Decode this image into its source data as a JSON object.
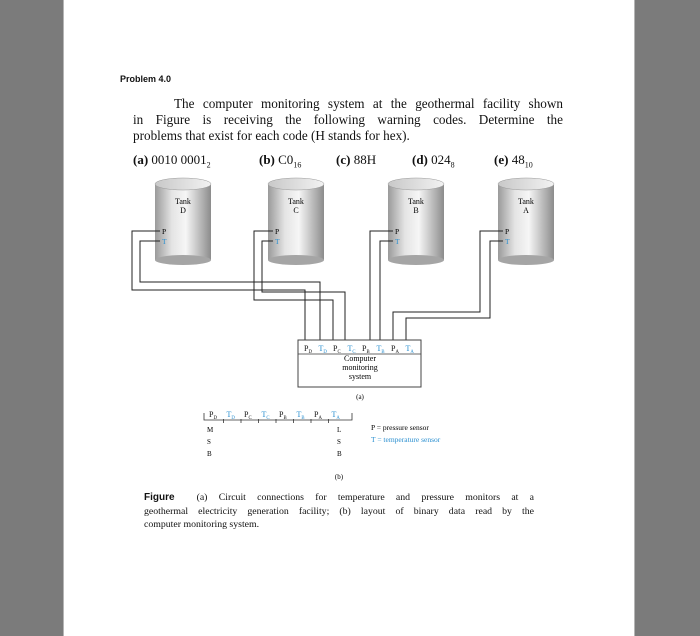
{
  "problem": {
    "heading": "Problem 4.0",
    "lines": [
      "The computer monitoring system at the geothermal facility shown",
      "in Figure      is receiving the following warning codes. Determine the",
      "problems that exist for each code (H stands for hex)."
    ],
    "codes": [
      {
        "label": "(a)",
        "value": "0010 0001",
        "base": "2"
      },
      {
        "label": "(b)",
        "value": "C0",
        "base": "16"
      },
      {
        "label": "(c)",
        "value": "88H",
        "base": ""
      },
      {
        "label": "(d)",
        "value": "024",
        "base": "8"
      },
      {
        "label": "(e)",
        "value": "48",
        "base": "10"
      }
    ]
  },
  "diagram": {
    "tanks": [
      {
        "word": "Tank",
        "letter": "D",
        "p": "P",
        "t": "T"
      },
      {
        "word": "Tank",
        "letter": "C",
        "p": "P",
        "t": "T"
      },
      {
        "word": "Tank",
        "letter": "B",
        "p": "P",
        "t": "T"
      },
      {
        "word": "Tank",
        "letter": "A",
        "p": "P",
        "t": "T"
      }
    ],
    "bits": [
      {
        "s": "P",
        "sub": "D",
        "color": "black"
      },
      {
        "s": "T",
        "sub": "D",
        "color": "blue"
      },
      {
        "s": "P",
        "sub": "C",
        "color": "black"
      },
      {
        "s": "T",
        "sub": "C",
        "color": "blue"
      },
      {
        "s": "P",
        "sub": "B",
        "color": "black"
      },
      {
        "s": "T",
        "sub": "B",
        "color": "blue"
      },
      {
        "s": "P",
        "sub": "A",
        "color": "black"
      },
      {
        "s": "T",
        "sub": "A",
        "color": "blue"
      }
    ],
    "computer_lines": [
      "Computer",
      "monitoring",
      "system"
    ],
    "label_a": "(a)",
    "label_b": "(b)",
    "msb": [
      "M",
      "S",
      "B"
    ],
    "lsb": [
      "L",
      "S",
      "B"
    ],
    "legend_p": "P = pressure sensor",
    "legend_t": "T = temperature sensor",
    "colors": {
      "temperature": "#2a8fd0",
      "pressure": "#111111"
    }
  },
  "caption": {
    "figure_word": "Figure",
    "lines": [
      "(a) Circuit connections for temperature and pressure monitors at a",
      "geothermal electricity generation facility; (b) layout of binary data read by the",
      "computer monitoring system."
    ]
  }
}
